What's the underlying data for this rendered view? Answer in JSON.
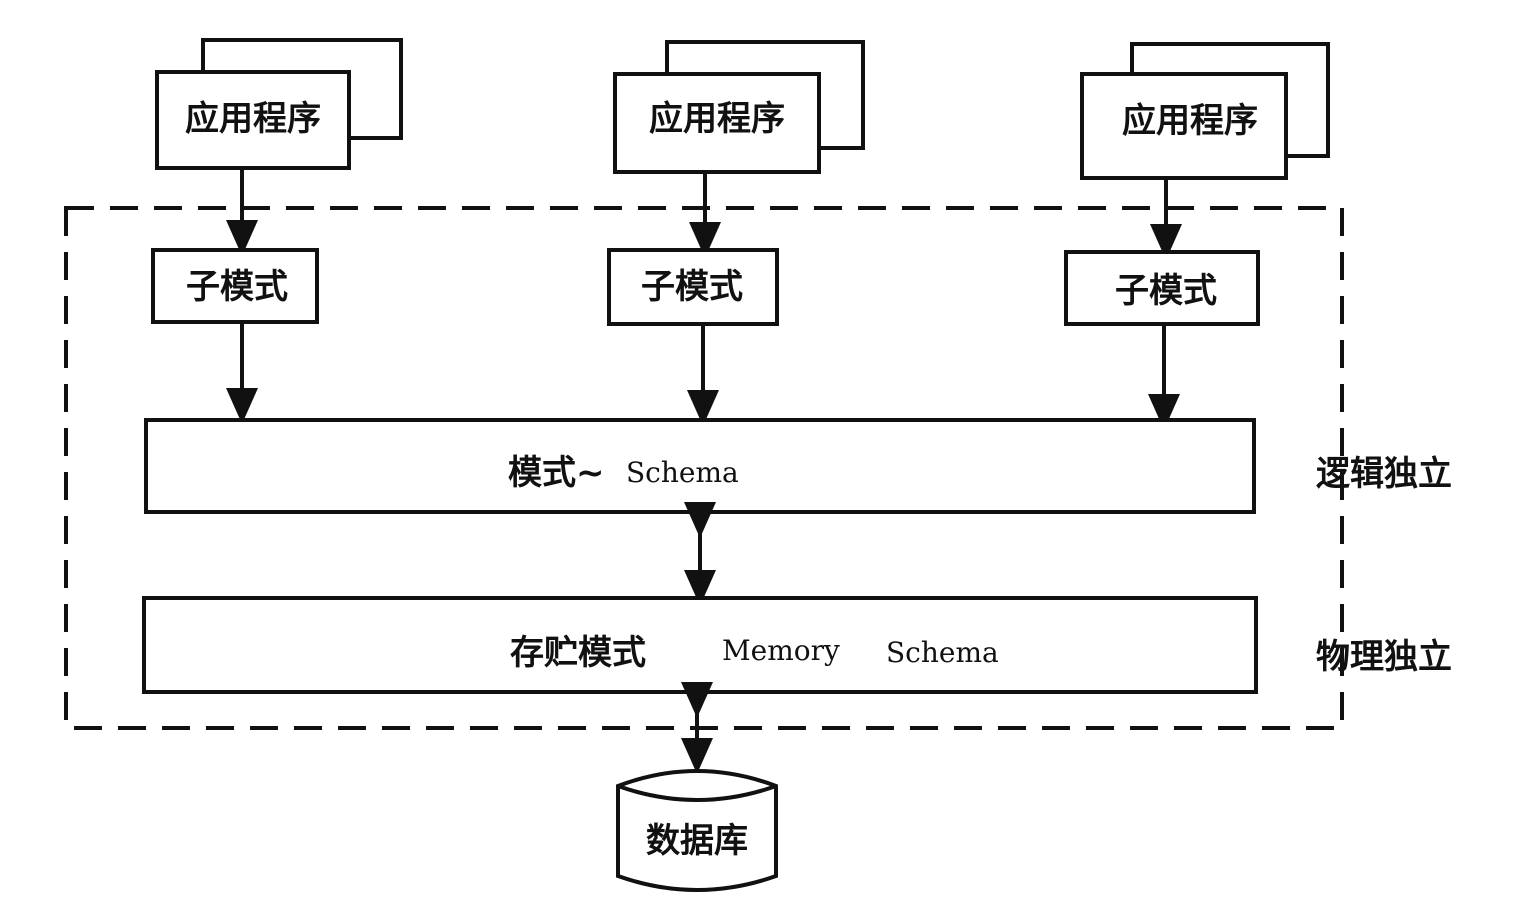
{
  "diagram": {
    "title": "数据库三级模式结构",
    "applications": [
      {
        "label": "应用程序"
      },
      {
        "label": "应用程序"
      },
      {
        "label": "应用程序"
      }
    ],
    "subschemas": [
      {
        "label": "子模式"
      },
      {
        "label": "子模式"
      },
      {
        "label": "子模式"
      }
    ],
    "schema": {
      "label_cn": "模式~",
      "label_en": "Schema"
    },
    "storage_schema": {
      "label_cn": "存贮模式",
      "label_en_1": "Memory",
      "label_en_2": "Schema"
    },
    "database": {
      "label": "数据库"
    },
    "side_labels": {
      "logical": "逻辑独立",
      "physical": "物理独立"
    },
    "colors": {
      "stroke": "#111111",
      "background": "#ffffff"
    }
  }
}
